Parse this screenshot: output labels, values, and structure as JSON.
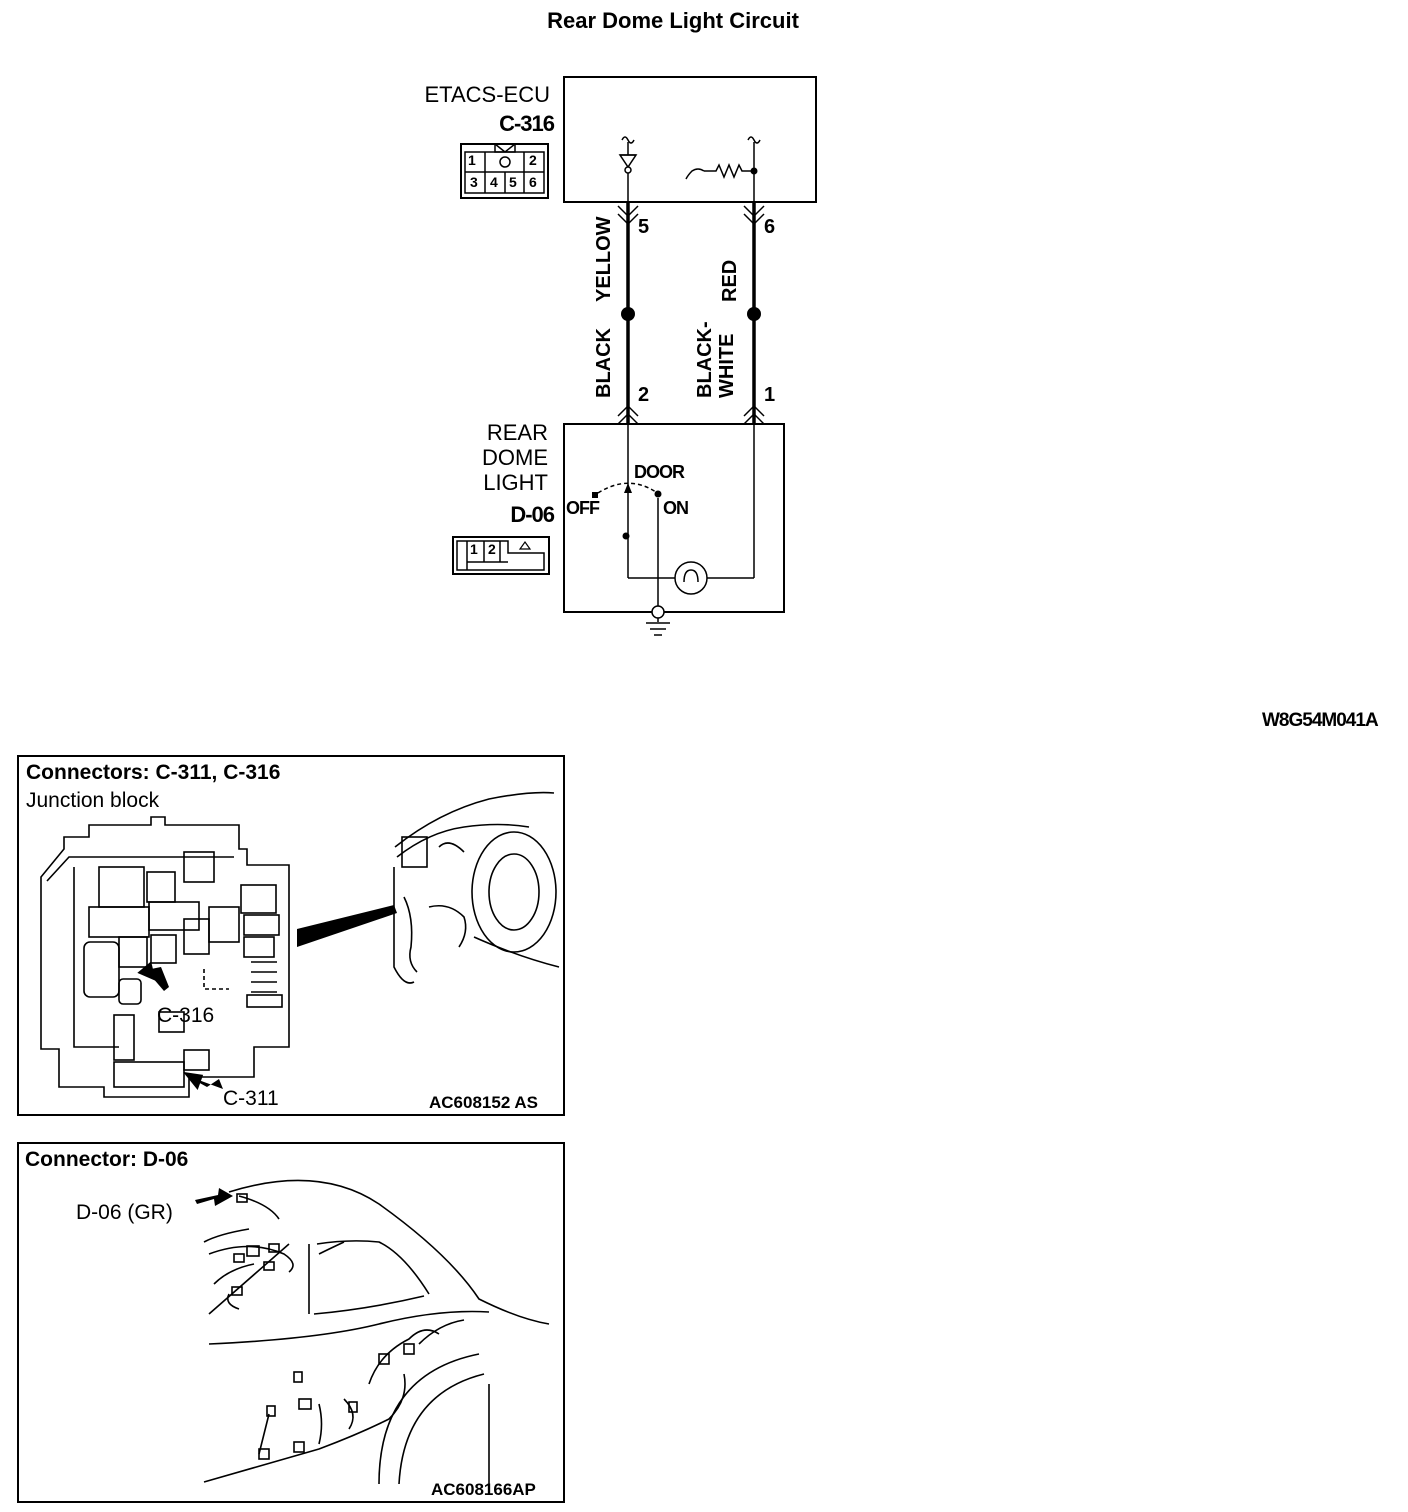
{
  "diagram": {
    "title": "Rear Dome Light Circuit",
    "ecu": {
      "name": "ETACS-ECU",
      "connector": "C-316",
      "pins": [
        "1",
        "2",
        "3",
        "4",
        "5",
        "6"
      ]
    },
    "wires": [
      {
        "pin_top": "5",
        "color_top": "YELLOW",
        "color_bottom": "BLACK",
        "pin_bottom": "2"
      },
      {
        "pin_top": "6",
        "color_top": "RED",
        "color_bottom": "BLACK-\nWHITE",
        "pin_bottom": "1"
      }
    ],
    "lamp": {
      "name_line1": "REAR",
      "name_line2": "DOME",
      "name_line3": "LIGHT",
      "connector": "D-06",
      "pins": [
        "1",
        "2"
      ]
    },
    "switch": {
      "door": "DOOR",
      "off": "OFF",
      "on": "ON"
    },
    "figure_code": "W8G54M041A"
  },
  "panels": [
    {
      "title": "Connectors: C-311, C-316",
      "subtitle": "Junction block",
      "callouts": [
        "C-316",
        "C-311"
      ],
      "code": "AC608152 AS"
    },
    {
      "title": "Connector: D-06",
      "callouts": [
        "D-06 (GR)"
      ],
      "code": "AC608166AP"
    }
  ]
}
